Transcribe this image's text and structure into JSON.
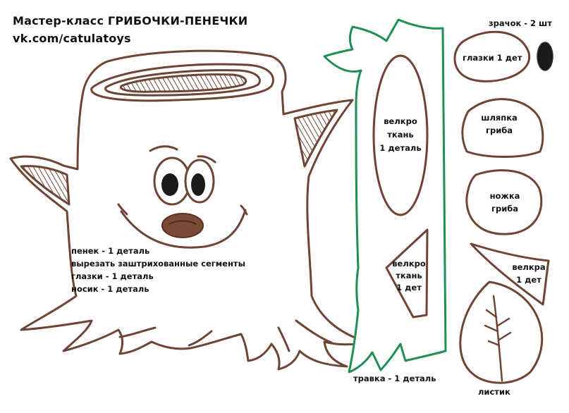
{
  "header": {
    "title": "Мастер-класс ГРИБОЧКИ-ПЕНЕЧКИ",
    "link": "vk.com/catulatoys"
  },
  "stump": {
    "line1": "пенек - 1 деталь",
    "line2": "вырезать заштрихованные сегменты",
    "line3": "глазки - 1 деталь",
    "line4": "носик - 1 деталь"
  },
  "pieces": {
    "velcro_big": [
      "велкро",
      "ткань",
      "1 деталь"
    ],
    "velcro_small": [
      "велкро",
      "ткань",
      "1 дет"
    ],
    "grass": "травка - 1 деталь",
    "pupil": "зрачок - 2 шт",
    "eyes": "глазки 1 дет",
    "cap": [
      "шляпка",
      "гриба"
    ],
    "stem": [
      "ножка",
      "гриба"
    ],
    "velcro_right": [
      "велкра",
      "1 дет"
    ],
    "leaf": "листик"
  },
  "colors": {
    "outline": "#6e4535",
    "grass": "#1f8f55",
    "eye": "#1a1a1a",
    "nose": "#7a4a36",
    "text": "#111111",
    "background": "#ffffff"
  }
}
